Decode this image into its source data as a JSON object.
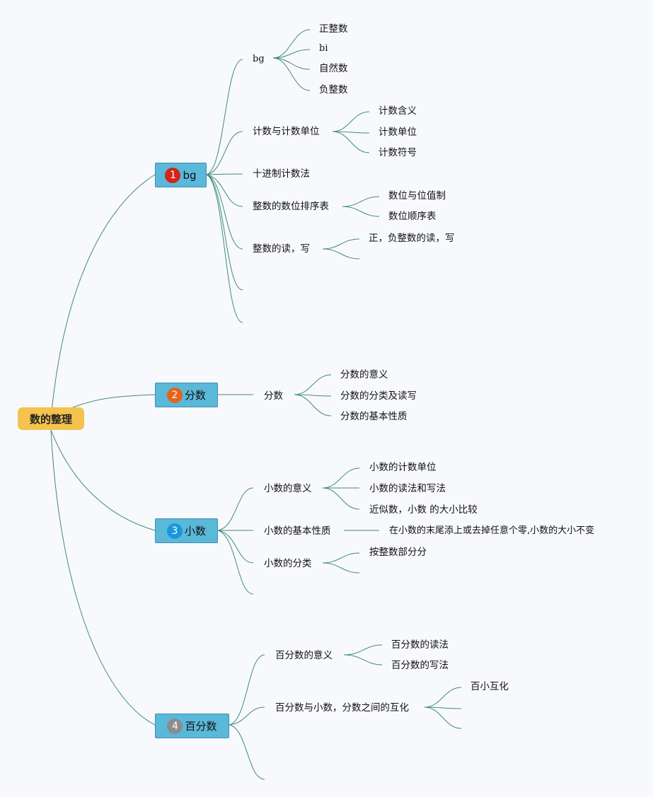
{
  "root": {
    "label": "数的整理"
  },
  "branches": [
    {
      "badge": "1",
      "badge_color": "#d3251a",
      "label": "bg",
      "children": [
        {
          "label": "bg",
          "children": [
            "正整数",
            "bi",
            "自然数",
            "负整数"
          ]
        },
        {
          "label": "计数与计数单位",
          "children": [
            "计数含义",
            "计数单位",
            "计数符号"
          ]
        },
        {
          "label": "十进制计数法"
        },
        {
          "label": "整数的数位排序表",
          "children": [
            "数位与位值制",
            "数位顺序表"
          ]
        },
        {
          "label": "整数的读，写",
          "children": [
            "正，负整数的读，写"
          ]
        }
      ]
    },
    {
      "badge": "2",
      "badge_color": "#e5631b",
      "label": "分数",
      "children": [
        {
          "label": "分数",
          "children": [
            "分数的意义",
            "分数的分类及读写",
            "分数的基本性质"
          ]
        }
      ]
    },
    {
      "badge": "3",
      "badge_color": "#1996dc",
      "label": "小数",
      "children": [
        {
          "label": "小数的意义",
          "children": [
            "小数的计数单位",
            "小数的读法和写法",
            "近似数，小数 的大小比较"
          ]
        },
        {
          "label": "小数的基本性质",
          "children": [
            "在小数的末尾添上或去掉任意个零,小数的大小不变"
          ]
        },
        {
          "label": "小数的分类",
          "children": [
            "按整数部分分"
          ]
        }
      ]
    },
    {
      "badge": "4",
      "badge_color": "#8c8c8c",
      "label": "百分数",
      "children": [
        {
          "label": "百分数的意义",
          "children": [
            "百分数的读法",
            "百分数的写法"
          ]
        },
        {
          "label": "百分数与小数，分数之间的互化",
          "children": [
            "百小互化"
          ]
        }
      ]
    }
  ]
}
